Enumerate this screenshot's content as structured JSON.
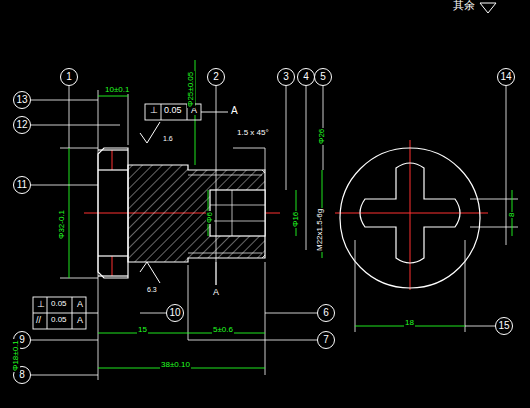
{
  "diagram": {
    "nodes": [
      {
        "text": [
          "1"
        ]
      },
      {
        "text": [
          "2"
        ]
      },
      {
        "text": [
          "3"
        ]
      },
      {
        "text": [
          "4"
        ]
      },
      {
        "text": [
          "5"
        ]
      },
      {
        "text": [
          "14"
        ]
      },
      {
        "text": [
          "13"
        ]
      },
      {
        "text": [
          "12"
        ]
      },
      {
        "text": [
          "11"
        ]
      },
      {
        "text": [
          "10"
        ]
      },
      {
        "text": [
          "6"
        ]
      },
      {
        "text": [
          "9"
        ]
      },
      {
        "text": [
          "7"
        ]
      },
      {
        "text": [
          "15"
        ]
      },
      {
        "text": [
          "8"
        ]
      }
    ],
    "labels": [
      "其余",
      "10±0.1",
      "⊥",
      "0.05",
      "A",
      "A",
      "Φ25±0.05",
      "1.5 x 45°",
      "1.6",
      "Φ32-0.1",
      "Φ6",
      "Φ16",
      "M22x1.5-6g",
      "Φ26",
      "6.3",
      "A",
      "⊥",
      "0.05",
      "A",
      "//",
      "0.05",
      "A",
      "15",
      "5±0.6",
      "38±0.10",
      "8",
      "18",
      "Φ18±0.1"
    ]
  }
}
